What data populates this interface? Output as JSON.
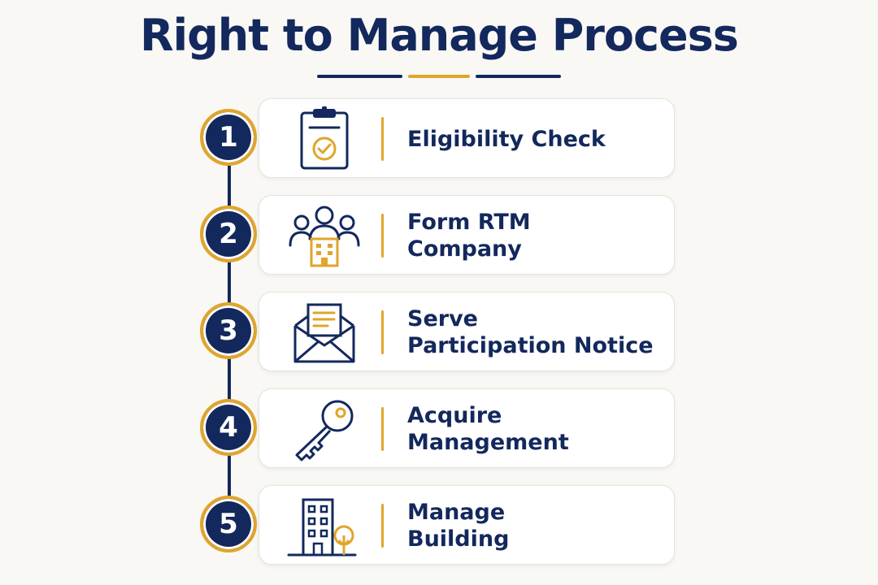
{
  "title": "Right to Manage Process",
  "colors": {
    "navy": "#13285c",
    "gold": "#e0a52b"
  },
  "steps": [
    {
      "number": "1",
      "label": "Eligibility Check",
      "icon": "clipboard-check-icon"
    },
    {
      "number": "2",
      "label": "Form RTM\nCompany",
      "icon": "people-building-icon"
    },
    {
      "number": "3",
      "label": "Serve\nParticipation Notice",
      "icon": "envelope-letter-icon"
    },
    {
      "number": "4",
      "label": "Acquire\nManagement",
      "icon": "key-icon"
    },
    {
      "number": "5",
      "label": "Manage\nBuilding",
      "icon": "building-tree-icon"
    }
  ]
}
